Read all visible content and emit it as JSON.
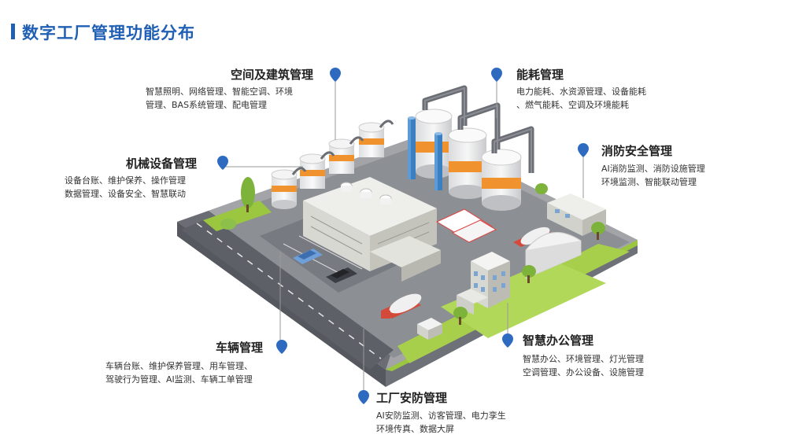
{
  "page": {
    "title": "数字工厂管理功能分布"
  },
  "colors": {
    "accent": "#1f5fb4",
    "pin": "#2e6bc0",
    "ground_green": "#9bc63f",
    "road": "#5d6066",
    "tank_orange": "#f0922e",
    "pipe_blue": "#3a7fc1"
  },
  "modules": {
    "space": {
      "title": "空间及建筑管理",
      "lines": [
        "智慧照明、网络管理、智能空调、环境",
        "管理、BAS系统管理、配电管理"
      ]
    },
    "energy": {
      "title": "能耗管理",
      "lines": [
        "电力能耗、水资源管理、设备能耗",
        "、燃气能耗、空调及环境能耗"
      ]
    },
    "machine": {
      "title": "机械设备管理",
      "lines": [
        "设备台账、维护保养、操作管理",
        "数据管理、设备安全、智慧联动"
      ]
    },
    "fire": {
      "title": "消防安全管理",
      "lines": [
        "AI消防监测、消防设施管理",
        "环境监测、智能联动管理"
      ]
    },
    "vehicle": {
      "title": "车辆管理",
      "lines": [
        "车辆台账、维护保养管理、用车管理、",
        "驾驶行为管理、AI监测、车辆工单管理"
      ]
    },
    "office": {
      "title": "智慧办公管理",
      "lines": [
        "智慧办公、环境管理、灯光管理",
        "空调管理、办公设备、设施管理"
      ]
    },
    "security": {
      "title": "工厂安防管理",
      "lines": [
        "AI安防监测、访客管理、电力孪生",
        "环境传真、数据大屏"
      ]
    }
  }
}
